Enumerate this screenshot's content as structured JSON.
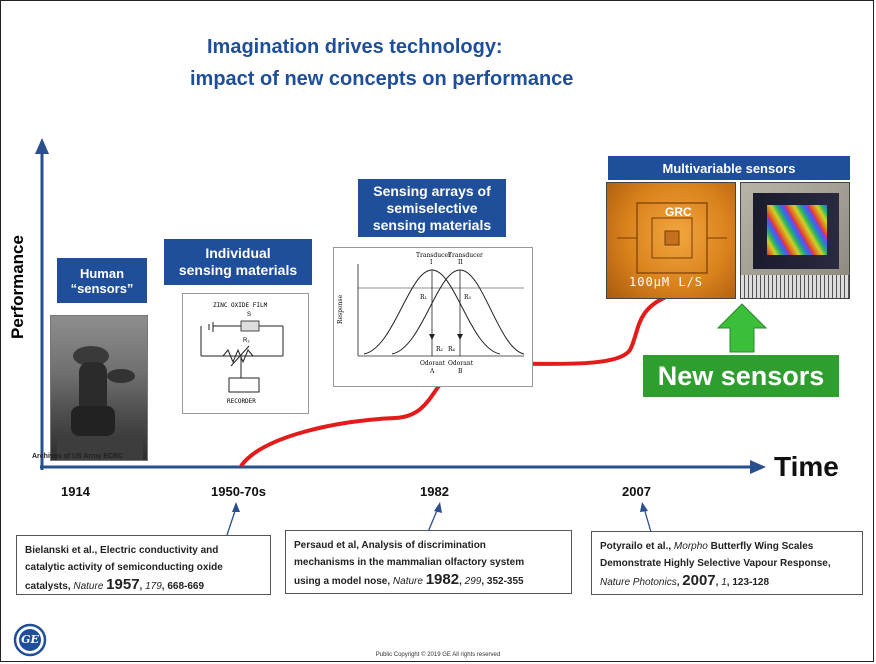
{
  "title_line1": "Imagination drives technology:",
  "title_line2": "impact of new concepts on performance",
  "y_axis_label": "Performance",
  "x_axis_label": "Time",
  "eras": [
    {
      "label_line1": "Human",
      "label_line2": "“sensors”",
      "year": "1914",
      "caption": "Archives of US Army ECBC"
    },
    {
      "label_line1": "Individual",
      "label_line2": "sensing materials",
      "year": "1950-70s",
      "figure_title": "ZINC OXIDE FILM",
      "figure_label_s": "S",
      "figure_label_r": "R₂",
      "figure_label_rec": "RECORDER"
    },
    {
      "label_line1": "Sensing arrays of",
      "label_line2": "semiselective",
      "label_line3": "sensing materials",
      "year": "1982",
      "fig_transducer1": "Transducer",
      "fig_roman1": "I",
      "fig_transducer2": "Transducer",
      "fig_roman2": "II",
      "fig_response": "Response",
      "fig_r1": "R₁",
      "fig_r2": "R₂",
      "fig_r3": "R₃",
      "fig_r4": "R₄",
      "fig_odorant_a": "Odorant",
      "fig_a": "A",
      "fig_odorant_b": "Odorant",
      "fig_b": "B"
    },
    {
      "label_line1": "Multivariable sensors",
      "year": "2007",
      "chip_text": "GRC",
      "scale_text": "100μM L/S"
    }
  ],
  "new_sensors_label": "New sensors",
  "references": [
    {
      "authors": "Bielanski et al., Electric conductivity and",
      "line2": "catalytic activity of semiconducting oxide",
      "line3_pre": "catalysts, ",
      "journal": "Nature",
      "year": "1957",
      "volume": "179",
      "pages": "668-669"
    },
    {
      "authors": "Persaud et al, Analysis of discrimination",
      "line2": "mechanisms in the mammalian olfactory system",
      "line3_pre": "using a model nose, ",
      "journal": "Nature",
      "year": "1982",
      "volume": "299",
      "pages": "352-355"
    },
    {
      "authors": "Potyrailo et al., ",
      "italic_word": "Morpho",
      "line1_post": " Butterfly Wing Scales",
      "line2": "Demonstrate Highly Selective Vapour Response,",
      "journal": "Nature Photonics",
      "year": "2007",
      "volume": "1",
      "pages": "123-128"
    }
  ],
  "logo_text": "GE",
  "copyright": "Public Copyright © 2019 GE All rights reserved",
  "colors": {
    "title_blue": "#1f4e9a",
    "box_blue": "#1f4e9a",
    "curve_red": "#e41b1b",
    "green": "#2e9e2e",
    "axis_blue": "#2a4f8f"
  }
}
